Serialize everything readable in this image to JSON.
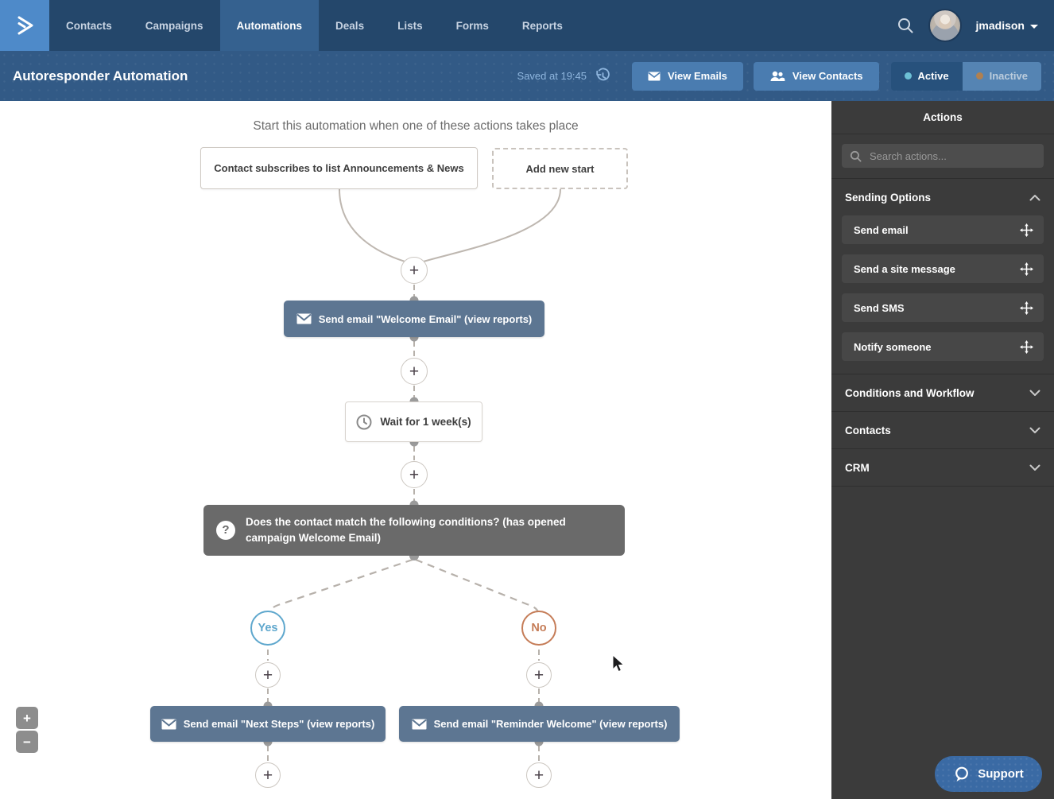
{
  "nav": {
    "items": [
      {
        "label": "Contacts"
      },
      {
        "label": "Campaigns"
      },
      {
        "label": "Automations"
      },
      {
        "label": "Deals"
      },
      {
        "label": "Lists"
      },
      {
        "label": "Forms"
      },
      {
        "label": "Reports"
      }
    ],
    "active_item": "Automations",
    "user_name": "jmadison"
  },
  "header": {
    "title": "Autoresponder Automation",
    "saved_status": "Saved at 19:45",
    "view_emails_label": "View Emails",
    "view_contacts_label": "View Contacts",
    "active_label": "Active",
    "inactive_label": "Inactive",
    "state": "Active"
  },
  "canvas": {
    "start_heading": "Start this automation when one of these actions takes place",
    "start_trigger": "Contact subscribes to list Announcements & News",
    "add_new_start": "Add new start",
    "email_welcome": "Send email \"Welcome Email\" (view reports)",
    "wait_label": "Wait for 1 week(s)",
    "condition_label": "Does the contact match the following conditions? (has opened campaign Welcome Email)",
    "branch_yes": "Yes",
    "branch_no": "No",
    "email_next_steps": "Send email \"Next Steps\" (view reports)",
    "email_reminder": "Send email \"Reminder Welcome\" (view reports)",
    "zoom_in": "+",
    "zoom_out": "−"
  },
  "icons": {
    "plus": "+",
    "question": "?"
  },
  "sidebar": {
    "title": "Actions",
    "search_placeholder": "Search actions...",
    "sections": [
      {
        "label": "Sending Options",
        "expanded": true,
        "items": [
          "Send email",
          "Send a site message",
          "Send SMS",
          "Notify someone"
        ]
      },
      {
        "label": "Conditions and Workflow",
        "expanded": false
      },
      {
        "label": "Contacts",
        "expanded": false
      },
      {
        "label": "CRM",
        "expanded": false
      }
    ]
  },
  "support": {
    "label": "Support"
  },
  "colors": {
    "nav_bg": "#24476b",
    "logo_bg": "#4e8ac9",
    "tab_active_bg": "#35618f",
    "header_bg": "#325a86",
    "saved_text": "#8fb6de",
    "button_bg": "#4a7cb0",
    "active_seg_bg": "#27517c",
    "active_dot": "#6dc0d5",
    "inactive_seg_bg": "#5584b3",
    "inactive_dot": "#b08050",
    "inactive_text": "#bccddd",
    "sidebar_bg": "#3b3b3b",
    "sidebar_item_bg": "#474747",
    "search_bg": "#4d4d4d",
    "email_node": "#5d7692",
    "condition_node": "#6a6a6a",
    "yes": "#5ea7cd",
    "no": "#c57c57",
    "line": "#b7b1ab",
    "dot": "#9b9b9b",
    "node_border": "#cfc9c3",
    "text_dark": "#3e3e3e",
    "canvas_heading": "#6b6b6b",
    "support_bg": "#3a6aa4",
    "zoom_btn": "#8d8d8d"
  }
}
